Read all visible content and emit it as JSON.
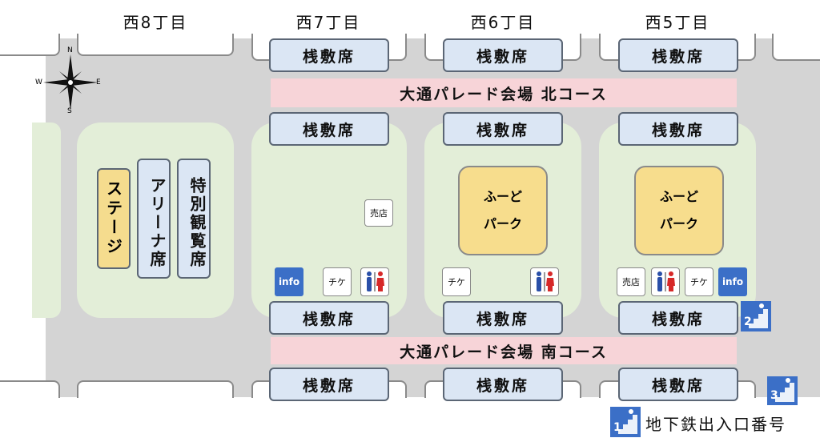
{
  "columns": [
    "西8丁目",
    "西7丁目",
    "西6丁目",
    "西5丁目"
  ],
  "compass": {
    "n": "N",
    "s": "S",
    "e": "E",
    "w": "W"
  },
  "seat_label": "桟敷席",
  "course_north": "大通パレード会場 北コース",
  "course_south": "大通パレード会場 南コース",
  "stage": "ステージ",
  "arena": "アリーナ席",
  "special": "特別観覧席",
  "food_park": [
    "ふーど",
    "パーク"
  ],
  "shop": "売店",
  "ticket": "チケ",
  "info": "info",
  "exit_numbers": [
    "1",
    "2",
    "3"
  ],
  "legend_exit": "地下鉄出入口番号",
  "colors": {
    "road": "#d4d4d4",
    "park": "#e3eed8",
    "seat": "#dbe6f4",
    "course": "#f7d4d8",
    "food": "#f7dd8d",
    "info": "#3b6fc7",
    "toilet_male": "#2a4fa8",
    "toilet_female": "#d62828"
  },
  "icons": [
    "compass-rose-icon",
    "toilet-icon",
    "stairs-exit-icon"
  ]
}
